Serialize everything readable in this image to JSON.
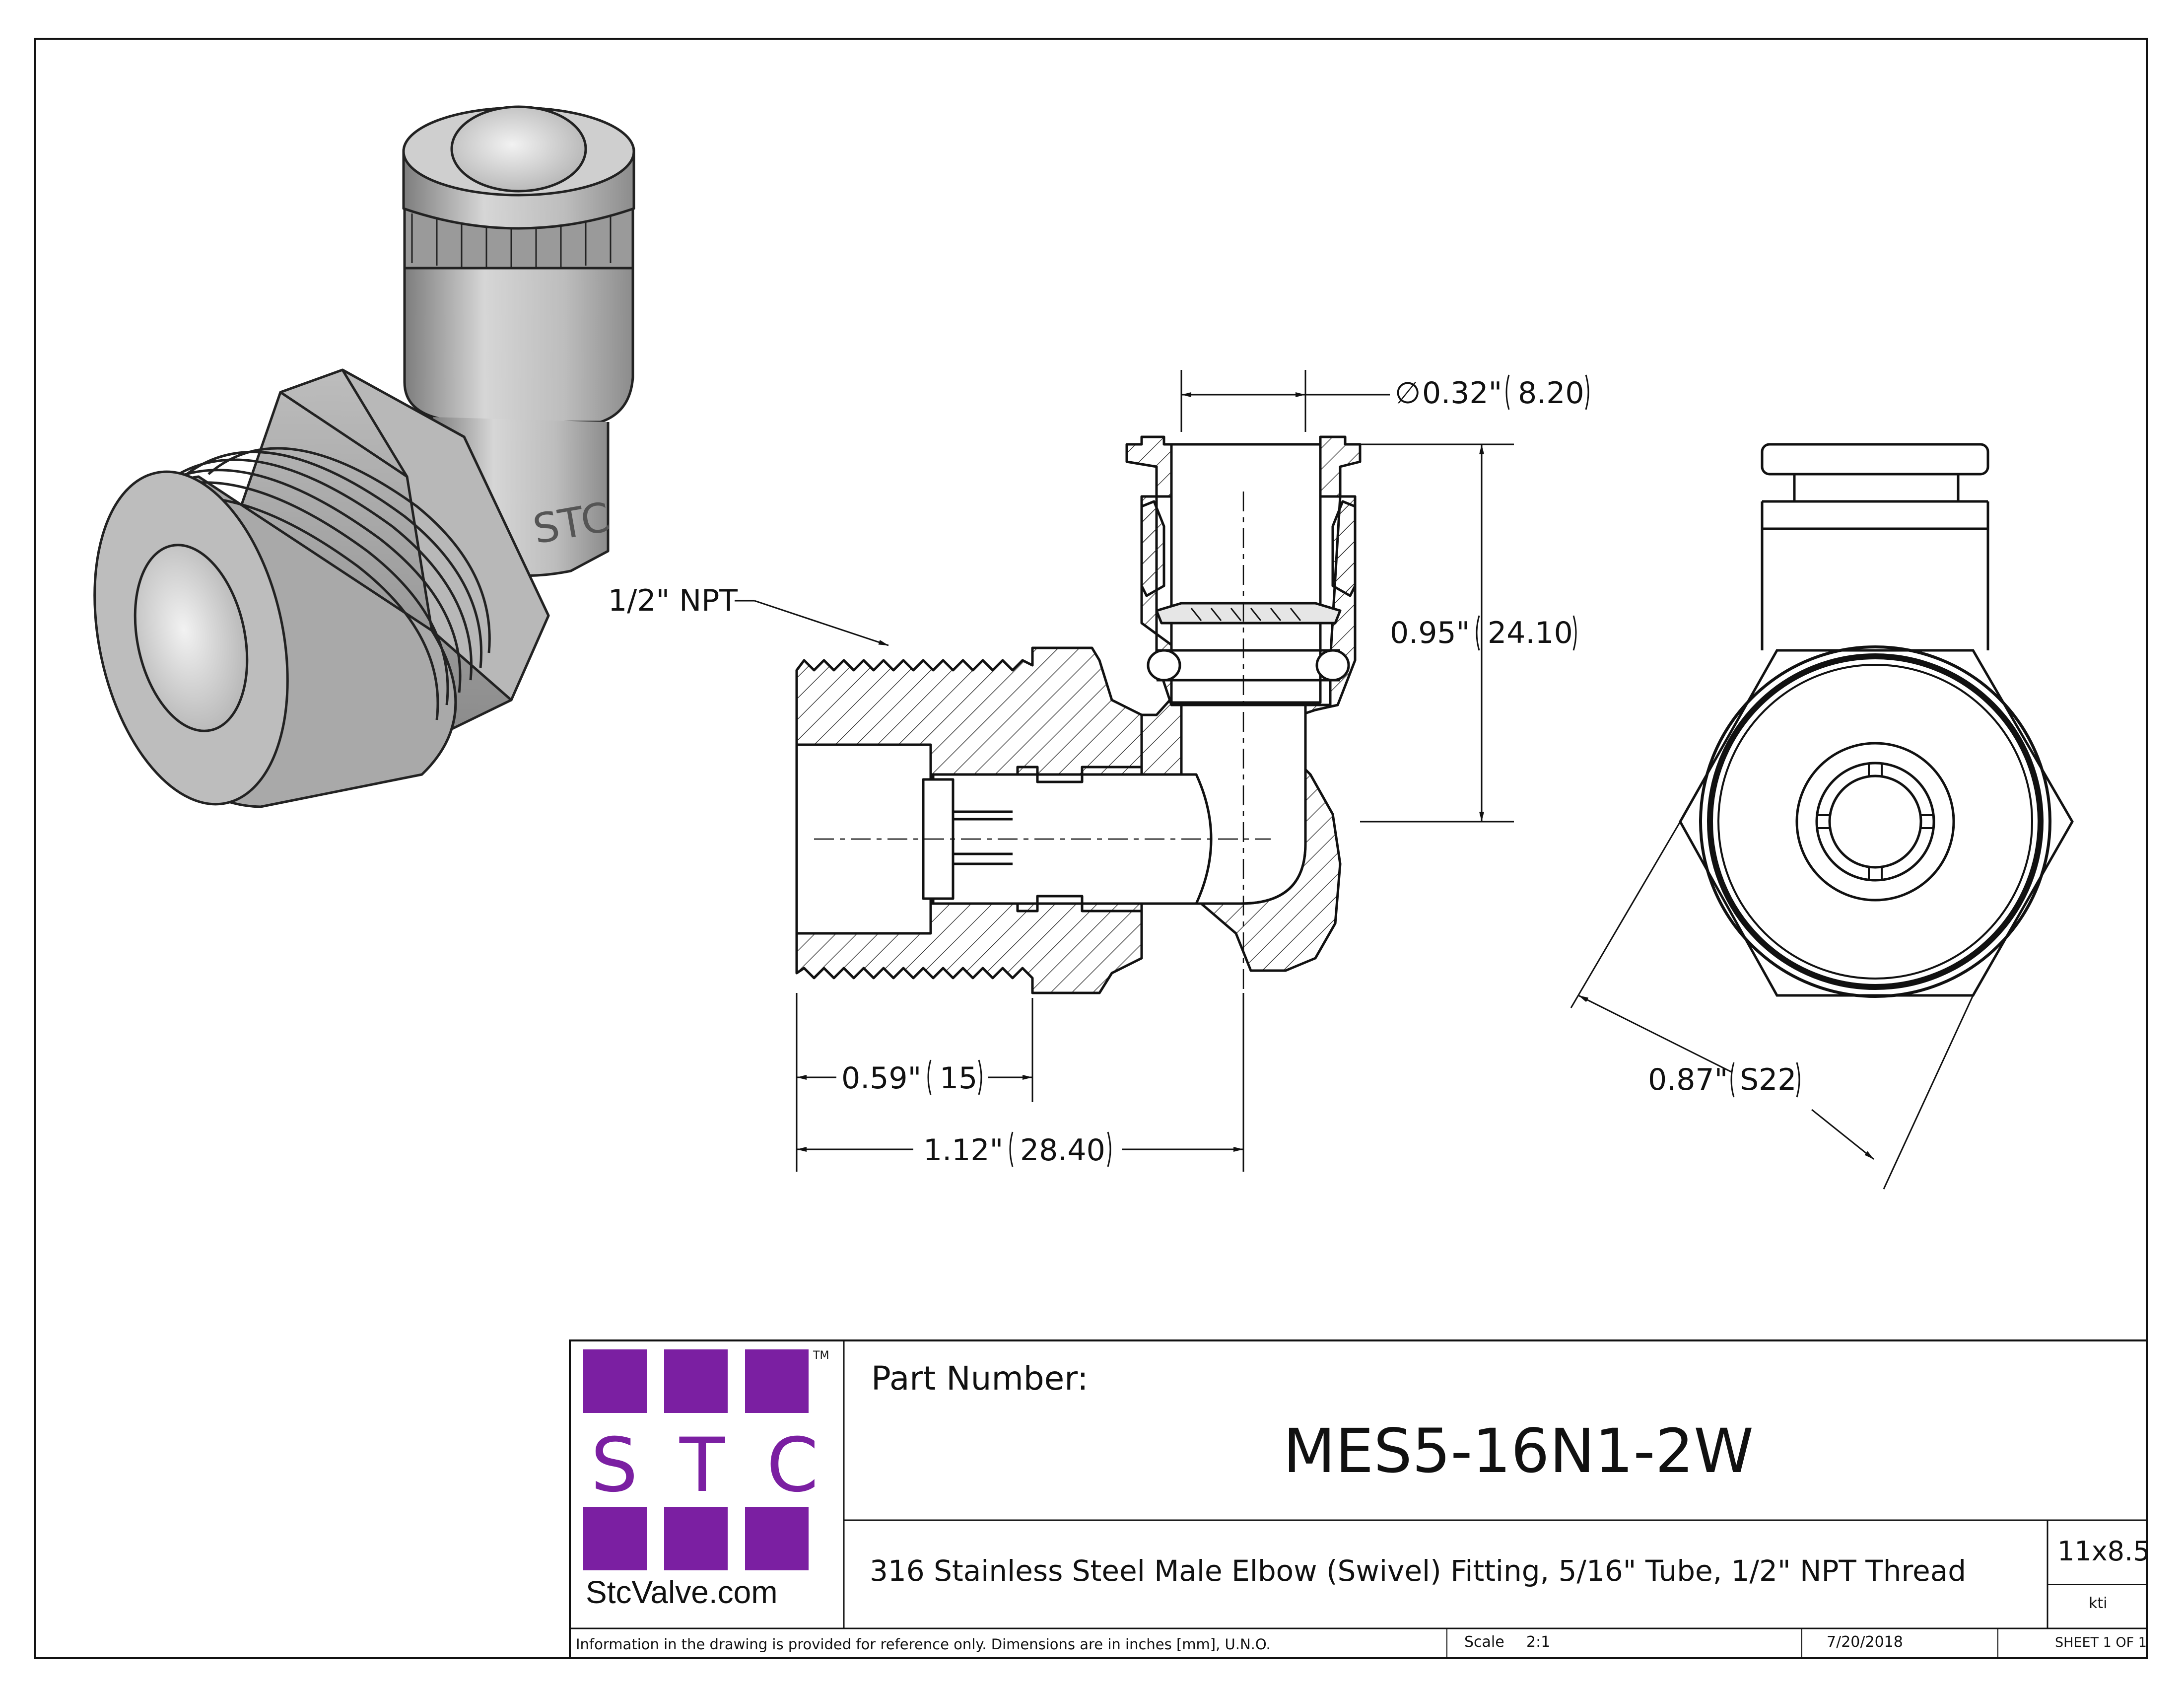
{
  "drawing": {
    "dimensions": {
      "bore_diameter": "0.32\"",
      "bore_diameter_mm": "8.20",
      "height": "0.95\"",
      "height_mm": "24.10",
      "thread_length": "0.59\"",
      "thread_length_mm": "15",
      "overall_length": "1.12\"",
      "overall_length_mm": "28.40",
      "hex_size": "0.87\"",
      "hex_size_mm": "S22"
    },
    "callouts": {
      "thread": "1/2\" NPT"
    },
    "embossed_marking": "STC",
    "diameter_symbol": "∅"
  },
  "title_block": {
    "logo_text": "S T C",
    "logo_tm": "TM",
    "website": "StcValve.com",
    "part_number_label": "Part Number:",
    "part_number": "MES5-16N1-2W",
    "description": "316 Stainless Steel Male Elbow (Swivel) Fitting, 5/16\" Tube, 1/2\" NPT Thread",
    "paper_size": "11x8.5",
    "drawn_by": "kti",
    "disclaimer": "Information in the drawing is provided for reference only. Dimensions are in inches [mm], U.N.O.",
    "scale_label": "Scale",
    "scale_value": "2:1",
    "date": "7/20/2018",
    "sheet": "SHEET 1 OF 1"
  },
  "colors": {
    "logo_purple": "#7b1fa2",
    "line": "#111111",
    "metal_light": "#c9c9c9",
    "metal_dark": "#8a8a8a"
  }
}
